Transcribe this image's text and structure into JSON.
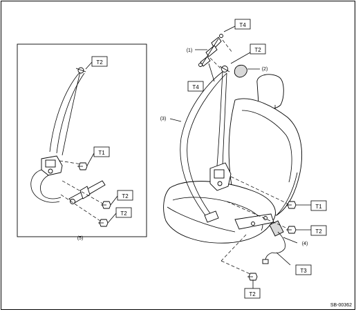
{
  "diagram_id": "SB-00362",
  "callouts": {
    "c1": "(1)",
    "c2": "(2)",
    "c3": "(3)",
    "c4": "(4)",
    "c5": "(5)"
  },
  "torque_labels": {
    "inset_top": "T2",
    "inset_t1": "T1",
    "inset_t2a": "T2",
    "inset_t2b": "T2",
    "main_t4_top": "T4",
    "main_t4_low": "T4",
    "main_t2_top": "T2",
    "main_t1": "T1",
    "main_t2_right": "T2",
    "main_t3": "T3",
    "main_t2_bottom": "T2"
  }
}
